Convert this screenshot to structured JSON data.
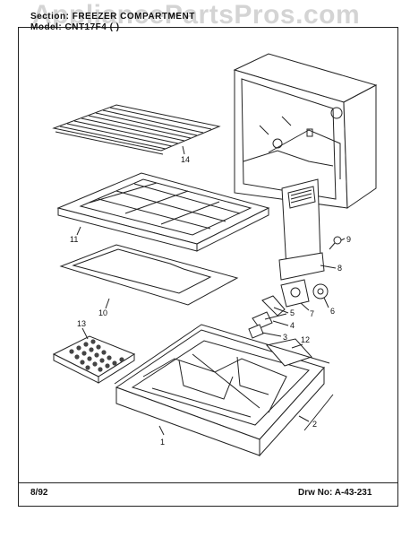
{
  "header": {
    "section": "Section:  FREEZER  COMPARTMENT",
    "model": "Model:  CNT17F4  (  )"
  },
  "watermark": "AppliancePartsPros.com",
  "footer": {
    "date": "8/92",
    "drawing_number": "Drw No:   A-43-231"
  },
  "callouts": [
    "1",
    "2",
    "3",
    "4",
    "5",
    "6",
    "7",
    "8",
    "9",
    "10",
    "11",
    "12",
    "13",
    "14"
  ]
}
